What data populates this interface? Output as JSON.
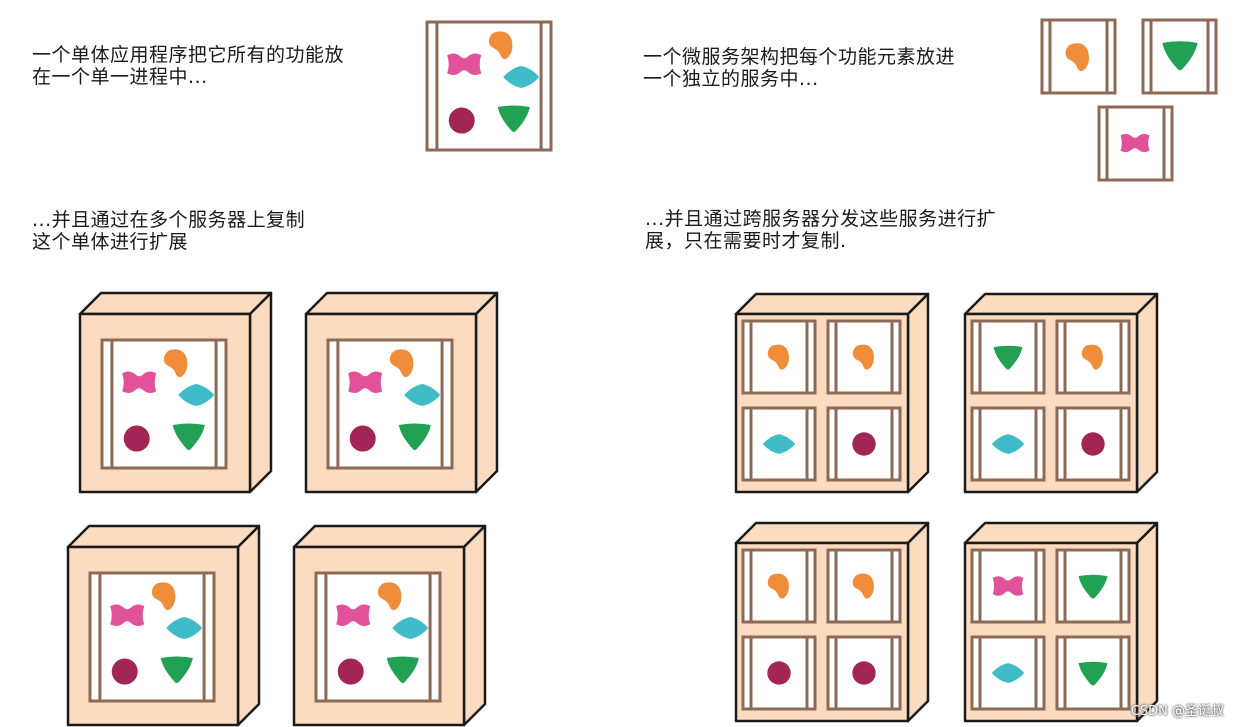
{
  "captions": {
    "monolith": [
      "一个单体应用程序把它所有的功能放",
      "在一个单一进程中..."
    ],
    "microservices": [
      "一个微服务架构把每个功能元素放进",
      "一个独立的服务中..."
    ],
    "monolith_scaling": [
      "...并且通过在多个服务器上复制",
      "这个单体进行扩展"
    ],
    "microservices_scaling": [
      "...并且通过跨服务器分发这些服务进行扩",
      "展，只在需要时才复制."
    ]
  },
  "watermark": "CSDN @圣诞叔",
  "colors": {
    "frame": "#8d6a55",
    "server_face": "#fbdcc0",
    "server_outline": "#1a1a1a",
    "pink": "#e2529a",
    "orange": "#ef8d3b",
    "teal": "#3fbcc8",
    "maroon": "#a12555",
    "green": "#22a154"
  },
  "icons": {
    "pink": "pink-bow-icon",
    "orange": "orange-blob-icon",
    "teal": "teal-diamond-icon",
    "maroon": "maroon-circle-icon",
    "green": "green-triangle-icon"
  },
  "microservice_servers": [
    [
      "orange",
      "orange",
      "teal",
      "maroon"
    ],
    [
      "green",
      "orange",
      "teal",
      "maroon"
    ],
    [
      "orange",
      "orange",
      "maroon",
      "maroon"
    ],
    [
      "pink",
      "green",
      "teal",
      "green"
    ]
  ]
}
